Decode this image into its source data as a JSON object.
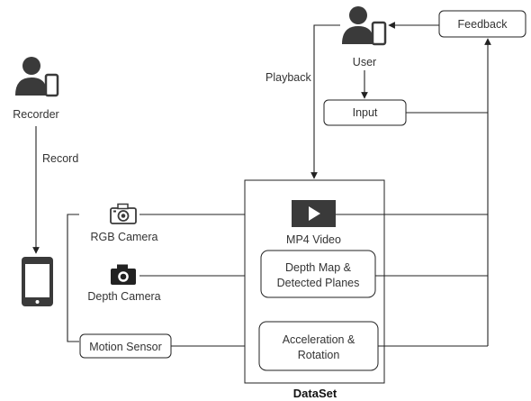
{
  "nodes": {
    "recorder": "Recorder",
    "user": "User",
    "feedback": "Feedback",
    "input": "Input",
    "rgb_camera": "RGB Camera",
    "depth_camera": "Depth Camera",
    "motion_sensor": "Motion Sensor",
    "mp4_video": "MP4 Video",
    "depth_map_line1": "Depth Map &",
    "depth_map_line2": "Detected Planes",
    "accel_line1": "Acceleration &",
    "accel_line2": "Rotation",
    "dataset": "DataSet"
  },
  "edges": {
    "record": "Record",
    "playback": "Playback"
  },
  "icons": {
    "recorder": "person-with-phone-icon",
    "user": "person-with-phone-icon",
    "device": "smartphone-icon",
    "rgb_camera": "camera-outline-icon",
    "depth_camera": "camera-filled-icon",
    "video": "play-icon"
  },
  "colors": {
    "line": "#222222",
    "icon": "#3a3a3a",
    "text": "#333333"
  }
}
